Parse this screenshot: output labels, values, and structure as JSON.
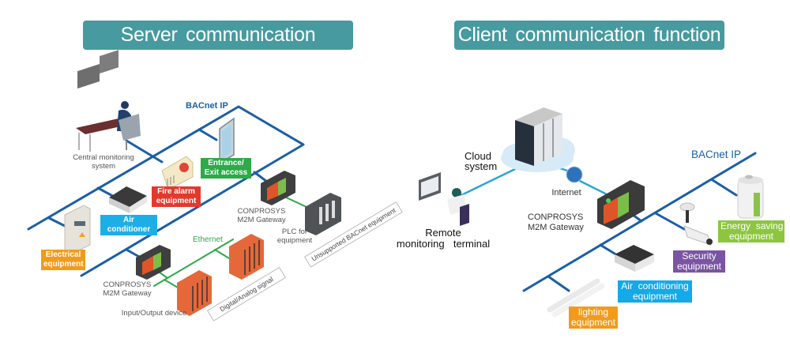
{
  "server": {
    "title": "Server communication function",
    "network_label": "BACnet IP",
    "ethernet_label": "Ethernet",
    "central_monitoring": [
      "Central monitoring",
      "system"
    ],
    "labels": {
      "entrance": [
        "Entrance/",
        "Exit access"
      ],
      "fire_alarm": [
        "Fire alarm",
        "equipment"
      ],
      "air_conditioner": "Air conditioner",
      "electrical": [
        "Electrical",
        "equipment"
      ]
    },
    "gateway_top": [
      "CONPROSYS",
      "M2M Gateway"
    ],
    "gateway_bottom": [
      "CONPROSYS",
      "M2M Gateway"
    ],
    "plc": [
      "PLC for",
      "equipment"
    ],
    "io_device": "Input/Output device",
    "tag_unsupported": "Unsupported BACnet equipment",
    "tag_signal": "Digital/Analog signal"
  },
  "client": {
    "title": "Client communication function",
    "network_label": "BACnet IP",
    "cloud": [
      "Cloud",
      "system"
    ],
    "internet": "Internet",
    "remote": [
      "Remote",
      "monitoring  terminal"
    ],
    "gateway": [
      "CONPROSYS",
      "M2M Gateway"
    ],
    "labels": {
      "energy": [
        "Energy  saving",
        "equipment"
      ],
      "security": [
        "Security",
        "equipment"
      ],
      "air_conditioning": [
        "Air  conditioning",
        "equipment"
      ],
      "lighting": [
        "lighting",
        "equipment"
      ]
    }
  },
  "colors": {
    "title_bg": "#479a9f",
    "bacnet_line": "#1a5fa6",
    "ethernet_line": "#2ea84a",
    "internet_line": "#27a6d8",
    "green_label": "#2eaa48",
    "red_label": "#e3392d",
    "cyan_label": "#1eaee6",
    "orange_label": "#f29b1b",
    "purple_label": "#7b54a3",
    "lime_label": "#8cc63f",
    "sky_label": "#14a9e8"
  }
}
